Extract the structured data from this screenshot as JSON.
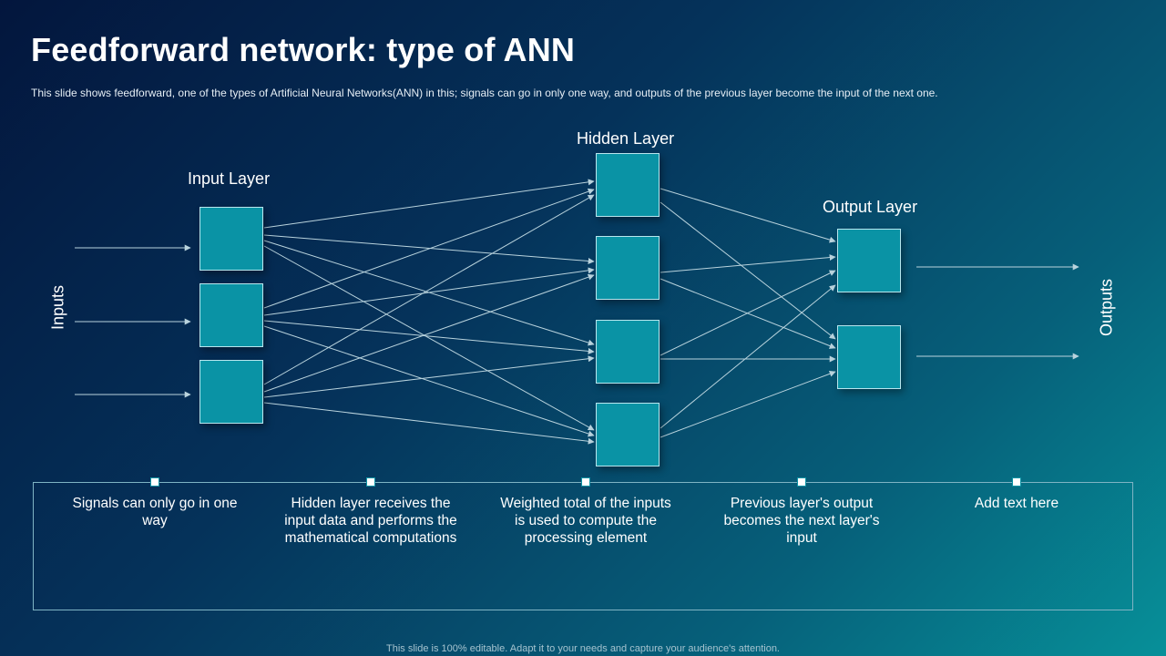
{
  "title": "Feedforward network: type of ANN",
  "subtitle": "This slide shows feedforward,  one of the types of Artificial Neural Networks(ANN)  in this; signals can go in only one way, and outputs of the previous  layer become the input of the next one.",
  "diagram": {
    "input_layer_label": "Input Layer",
    "hidden_layer_label": "Hidden Layer",
    "output_layer_label": "Output Layer",
    "inputs_label": "Inputs",
    "outputs_label": "Outputs",
    "colors": {
      "node_fill": "#0a93a5",
      "node_border": "#b8e6ee",
      "connection": "#b9d3dd"
    }
  },
  "info": {
    "items": [
      "Signals can only go in one way",
      "Hidden layer receives the input data and performs the mathematical computations",
      "Weighted total of the inputs is used to compute the processing element",
      "Previous layer's output becomes the next layer's input",
      "Add text here"
    ]
  },
  "footer": "This slide is 100% editable. Adapt it to your needs and capture your audience's attention."
}
